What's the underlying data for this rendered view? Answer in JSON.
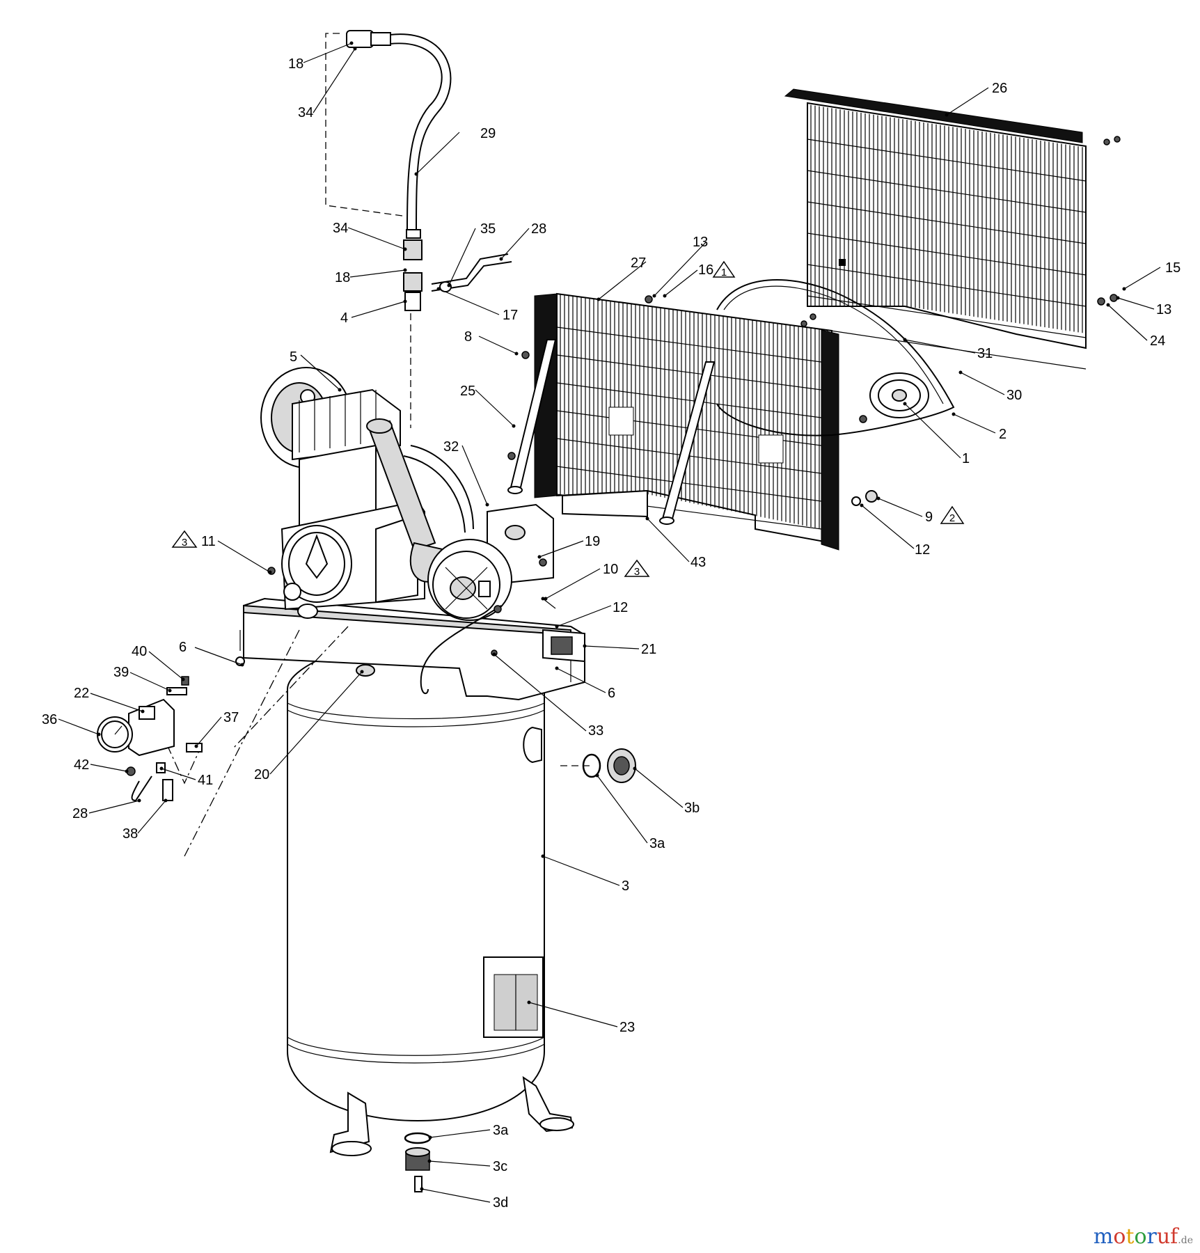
{
  "callouts": [
    {
      "id": "c18a",
      "text": "18"
    },
    {
      "id": "c34a",
      "text": "34"
    },
    {
      "id": "c29",
      "text": "29"
    },
    {
      "id": "c34b",
      "text": "34"
    },
    {
      "id": "c35",
      "text": "35"
    },
    {
      "id": "c28a",
      "text": "28"
    },
    {
      "id": "c18b",
      "text": "18"
    },
    {
      "id": "c4",
      "text": "4"
    },
    {
      "id": "c17",
      "text": "17"
    },
    {
      "id": "c5",
      "text": "5"
    },
    {
      "id": "c8",
      "text": "8"
    },
    {
      "id": "c25",
      "text": "25"
    },
    {
      "id": "c32",
      "text": "32"
    },
    {
      "id": "c27",
      "text": "27"
    },
    {
      "id": "c13a",
      "text": "13"
    },
    {
      "id": "c16",
      "text": "16"
    },
    {
      "id": "c26",
      "text": "26"
    },
    {
      "id": "c15",
      "text": "15"
    },
    {
      "id": "c13b",
      "text": "13"
    },
    {
      "id": "c24",
      "text": "24"
    },
    {
      "id": "c31",
      "text": "31"
    },
    {
      "id": "c30",
      "text": "30"
    },
    {
      "id": "c2",
      "text": "2"
    },
    {
      "id": "c1",
      "text": "1"
    },
    {
      "id": "c9",
      "text": "9"
    },
    {
      "id": "c12a",
      "text": "12"
    },
    {
      "id": "c43",
      "text": "43"
    },
    {
      "id": "c11",
      "text": "11"
    },
    {
      "id": "c19",
      "text": "19"
    },
    {
      "id": "c10",
      "text": "10"
    },
    {
      "id": "c12b",
      "text": "12"
    },
    {
      "id": "c21",
      "text": "21"
    },
    {
      "id": "c6a",
      "text": "6"
    },
    {
      "id": "c6b",
      "text": "6"
    },
    {
      "id": "c40",
      "text": "40"
    },
    {
      "id": "c39",
      "text": "39"
    },
    {
      "id": "c22",
      "text": "22"
    },
    {
      "id": "c36",
      "text": "36"
    },
    {
      "id": "c37",
      "text": "37"
    },
    {
      "id": "c42",
      "text": "42"
    },
    {
      "id": "c41",
      "text": "41"
    },
    {
      "id": "c28b",
      "text": "28"
    },
    {
      "id": "c38",
      "text": "38"
    },
    {
      "id": "c20",
      "text": "20"
    },
    {
      "id": "c33",
      "text": "33"
    },
    {
      "id": "c3a1",
      "text": "3a"
    },
    {
      "id": "c3b",
      "text": "3b"
    },
    {
      "id": "c3",
      "text": "3"
    },
    {
      "id": "c23",
      "text": "23"
    },
    {
      "id": "c3a2",
      "text": "3a"
    },
    {
      "id": "c3c",
      "text": "3c"
    },
    {
      "id": "c3d",
      "text": "3d"
    }
  ],
  "notes": [
    {
      "id": "n1",
      "text": "1"
    },
    {
      "id": "n2",
      "text": "2"
    },
    {
      "id": "n3a",
      "text": "3"
    },
    {
      "id": "n3b",
      "text": "3"
    }
  ],
  "watermark": {
    "m": "m",
    "o": "o",
    "t": "t",
    "o2": "o",
    "r": "r",
    "uf": "uf",
    "de": ".de"
  }
}
